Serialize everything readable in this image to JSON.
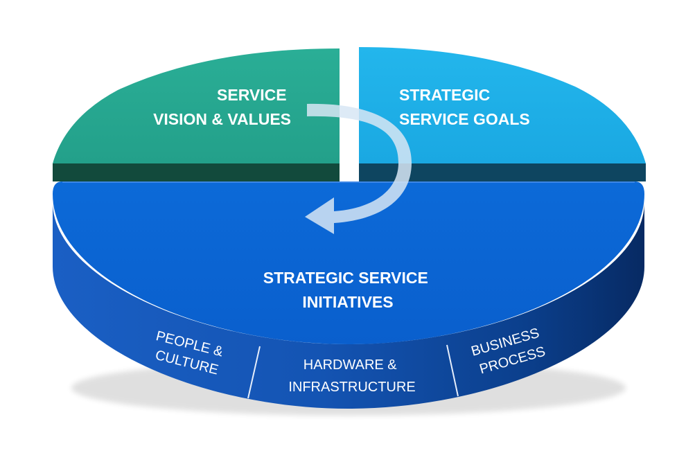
{
  "diagram": {
    "segments": [
      {
        "id": "vision",
        "lines": [
          "SERVICE",
          "VISION & VALUES"
        ],
        "color": "#27a891",
        "side_color": "#124a3c"
      },
      {
        "id": "goals",
        "lines": [
          "STRATEGIC",
          "SERVICE GOALS"
        ],
        "color": "#1eb0e8",
        "side_color": "#0e4560"
      },
      {
        "id": "initiatives",
        "lines": [
          "STRATEGIC SERVICE",
          "INITIATIVES"
        ],
        "color": "#0a63d2",
        "side_color": "#0b3f8c"
      }
    ],
    "rim_labels": [
      {
        "id": "people",
        "lines": [
          "PEOPLE &",
          "CULTURE"
        ]
      },
      {
        "id": "hardware",
        "lines": [
          "HARDWARE &",
          "INFRASTRUCTURE"
        ]
      },
      {
        "id": "business",
        "lines": [
          "BUSINESS",
          "PROCESS"
        ]
      }
    ],
    "flow_arrow": {
      "from": "vision",
      "to": "initiatives",
      "color": "#d7e6f5"
    }
  }
}
